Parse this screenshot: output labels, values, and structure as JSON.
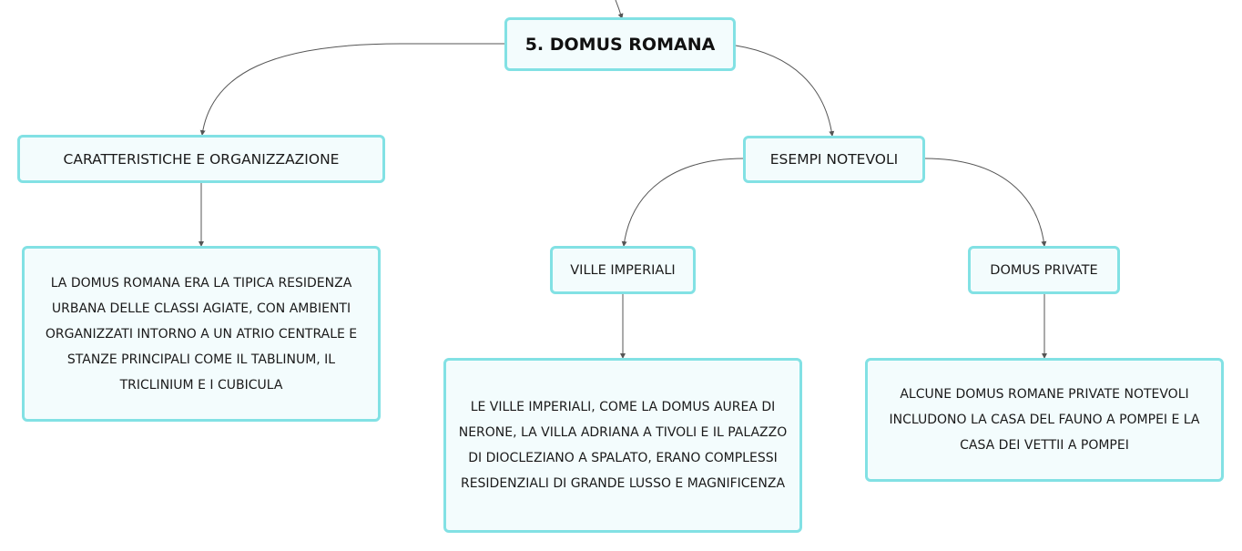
{
  "map": {
    "root": "5. DOMUS ROMANA",
    "branch_left": "CARATTERISTICHE E ORGANIZZAZIONE",
    "branch_right": "ESEMPI NOTEVOLI",
    "sub_ville": "VILLE IMPERIALI",
    "sub_domus": "DOMUS PRIVATE",
    "detail_left": "LA DOMUS ROMANA ERA LA TIPICA RESIDENZA URBANA DELLE CLASSI AGIATE, CON AMBIENTI ORGANIZZATI INTORNO A UN ATRIO CENTRALE E STANZE PRINCIPALI COME IL TABLINUM, IL TRICLINIUM E I CUBICULA",
    "detail_ville": "LE VILLE IMPERIALI, COME LA DOMUS AUREA DI NERONE, LA VILLA ADRIANA A TIVOLI E IL PALAZZO DI DIOCLEZIANO A SPALATO, ERANO COMPLESSI RESIDENZIALI DI GRANDE LUSSO E MAGNIFICENZA",
    "detail_domus": "ALCUNE DOMUS ROMANE PRIVATE NOTEVOLI INCLUDONO LA CASA DEL FAUNO A POMPEI E LA CASA DEI VETTII A POMPEI"
  },
  "colors": {
    "node_border": "#82e1e4",
    "node_fill": "#f3fcfd",
    "edge": "#555555"
  }
}
